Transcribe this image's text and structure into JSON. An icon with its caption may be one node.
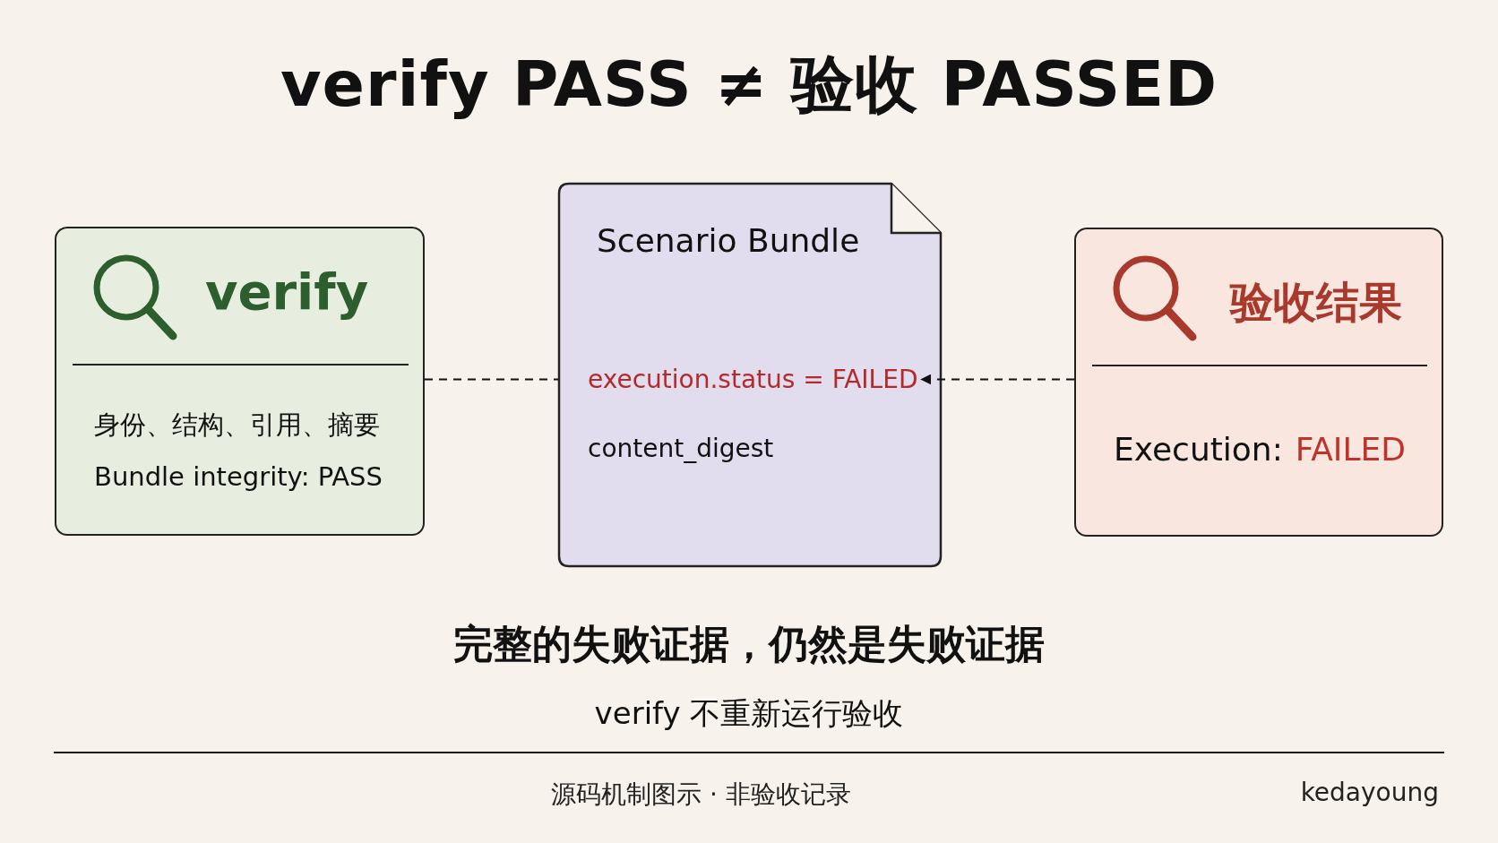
{
  "diagram": {
    "title": "verify PASS ≠ 验收 PASSED",
    "nodes": [
      {
        "text": [
          "verify",
          "身份、结构、引用、摘要",
          "Bundle integrity: PASS"
        ]
      },
      {
        "text": [
          "Scenario Bundle"
        ]
      },
      {
        "text": [
          "execution.status = FAILED"
        ],
        "in": 1
      },
      {
        "text": [
          "content_digest"
        ],
        "in": 1
      },
      {
        "text": [
          "验收结果",
          "Execution:",
          "FAILED"
        ]
      }
    ],
    "edges": [
      {
        "from": 0,
        "to": 1,
        "arrow": "none",
        "style": "dashed"
      },
      {
        "from": 4,
        "to": 2,
        "arrow": "to",
        "style": "dashed"
      }
    ],
    "labels": [
      "完整的失败证据，仍然是失败证据",
      "verify 不重新运行验收",
      "源码机制图示 · 非验收记录",
      "kedayoung"
    ]
  }
}
